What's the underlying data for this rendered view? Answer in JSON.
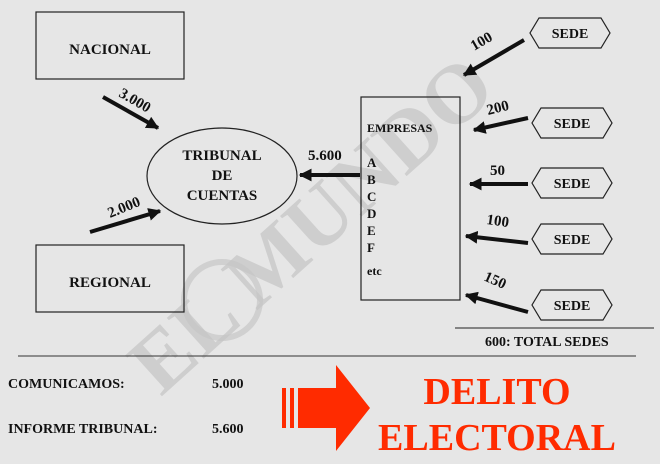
{
  "watermark": "EL MUNDO",
  "colors": {
    "background": "#e6e6e6",
    "alert": "#ff2b00",
    "ink": "#111111"
  },
  "sources": [
    {
      "label": "NACIONAL",
      "amount": "3.000"
    },
    {
      "label": "REGIONAL",
      "amount": "2.000"
    }
  ],
  "tribunal": {
    "line1": "TRIBUNAL",
    "line2": "DE",
    "line3": "CUENTAS",
    "incoming_amount": "5.600"
  },
  "empresas": {
    "title": "EMPRESAS",
    "letters": [
      "A",
      "B",
      "C",
      "D",
      "E",
      "F",
      "etc"
    ]
  },
  "sedes": [
    {
      "label": "SEDE",
      "amount": "100"
    },
    {
      "label": "SEDE",
      "amount": "200"
    },
    {
      "label": "SEDE",
      "amount": "50"
    },
    {
      "label": "SEDE",
      "amount": "100"
    },
    {
      "label": "SEDE",
      "amount": "150"
    }
  ],
  "total_sedes": "600: TOTAL SEDES",
  "summary": {
    "comunicamos_label": "COMUNICAMOS:",
    "comunicamos_value": "5.000",
    "informe_label": "INFORME TRIBUNAL:",
    "informe_value": "5.600"
  },
  "verdict": {
    "line1": "DELITO",
    "line2": "ELECTORAL"
  }
}
